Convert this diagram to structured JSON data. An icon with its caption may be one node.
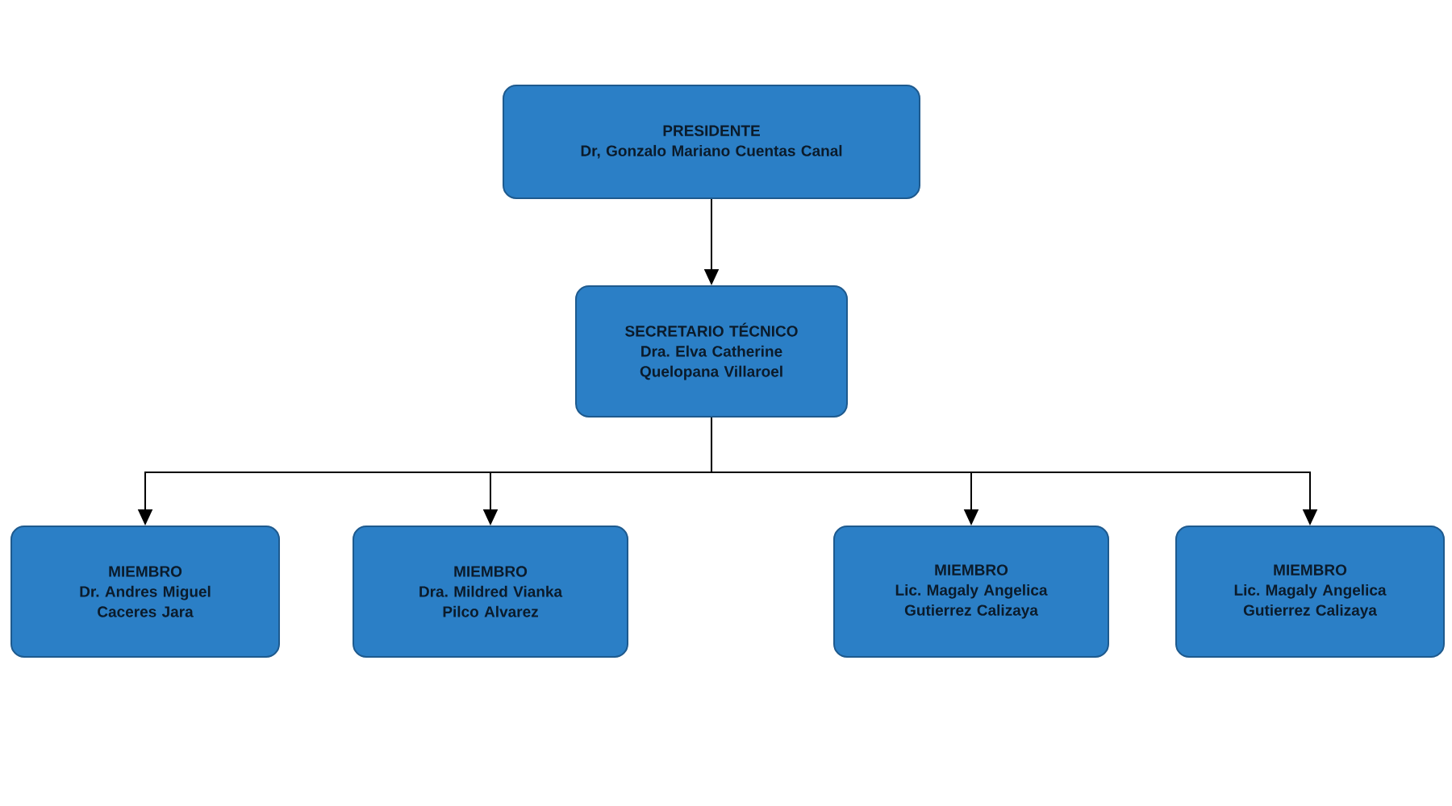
{
  "diagram": {
    "nodes": [
      {
        "text": [
          "PRESIDENTE",
          "Dr, Gonzalo Mariano Cuentas Canal"
        ]
      },
      {
        "text": [
          "SECRETARIO TÉCNICO",
          "Dra. Elva Catherine Quelopana Villaroel"
        ]
      },
      {
        "text": [
          "MIEMBRO",
          "Dr. Andres Miguel Caceres Jara"
        ]
      },
      {
        "text": [
          "MIEMBRO",
          "Dra. Mildred Vianka Pilco Alvarez"
        ]
      },
      {
        "text": [
          "MIEMBRO",
          "Lic. Magaly Angelica Gutierrez Calizaya"
        ]
      },
      {
        "text": [
          "MIEMBRO",
          "Lic. Magaly Angelica Gutierrez Calizaya"
        ]
      }
    ],
    "edges": [
      {
        "from": 0,
        "to": 1,
        "arrow": "to"
      },
      {
        "from": 1,
        "to": 2,
        "arrow": "to"
      },
      {
        "from": 1,
        "to": 3,
        "arrow": "to"
      },
      {
        "from": 1,
        "to": 4,
        "arrow": "to"
      },
      {
        "from": 1,
        "to": 5,
        "arrow": "to"
      }
    ]
  }
}
